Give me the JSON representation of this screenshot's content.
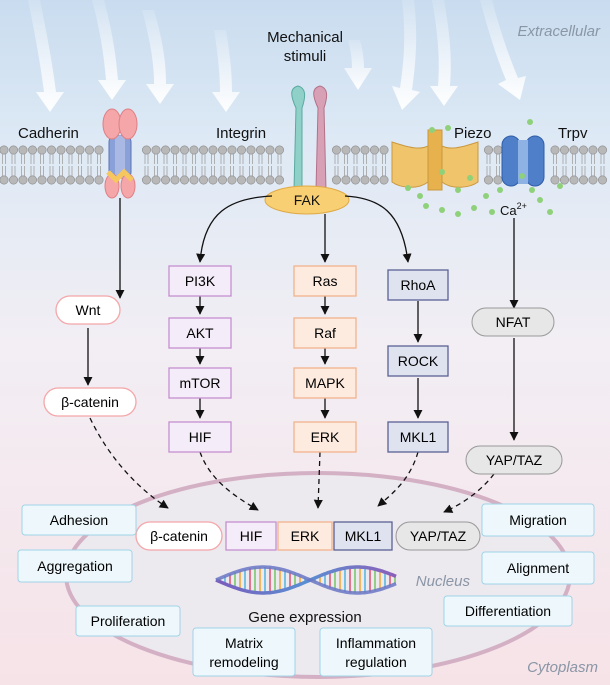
{
  "regions": {
    "extracellular": "Extracellular",
    "cytoplasm": "Cytoplasm",
    "nucleus": "Nucleus"
  },
  "stimulus": {
    "line1": "Mechanical",
    "line2": "stimuli"
  },
  "receptors": {
    "cadherin": "Cadherin",
    "integrin": "Integrin",
    "piezo": "Piezo",
    "trpv": "Trpv"
  },
  "hub": {
    "fak": "FAK"
  },
  "ion": {
    "base": "Ca",
    "charge": "2+"
  },
  "pathways": {
    "wnt": [
      "Wnt",
      "β-catenin"
    ],
    "pi3k": [
      "PI3K",
      "AKT",
      "mTOR",
      "HIF"
    ],
    "ras": [
      "Ras",
      "Raf",
      "MAPK",
      "ERK"
    ],
    "rho": [
      "RhoA",
      "ROCK",
      "MKL1"
    ],
    "ca": [
      "NFAT",
      "YAP/TAZ"
    ]
  },
  "nuclear_factors": [
    "β-catenin",
    "HIF",
    "ERK",
    "MKL1",
    "YAP/TAZ"
  ],
  "gene_expression": "Gene expression",
  "outcomes": {
    "adhesion": "Adhesion",
    "aggregation": "Aggregation",
    "proliferation": "Proliferation",
    "matrix": [
      "Matrix",
      "remodeling"
    ],
    "inflammation": [
      "Inflammation",
      "regulation"
    ],
    "migration": "Migration",
    "alignment": "Alignment",
    "differentiation": "Differentiation"
  },
  "colors": {
    "pi3k_fill": "#f4ecf8",
    "pi3k_stroke": "#c58fcf",
    "ras_fill": "#fdebe0",
    "ras_stroke": "#f2b38c",
    "rho_fill": "#dfe2ef",
    "rho_stroke": "#5b6294",
    "fak_fill": "#f8cf73",
    "outcome_fill": "#eef8fc",
    "outcome_stroke": "#9fd3e8"
  }
}
